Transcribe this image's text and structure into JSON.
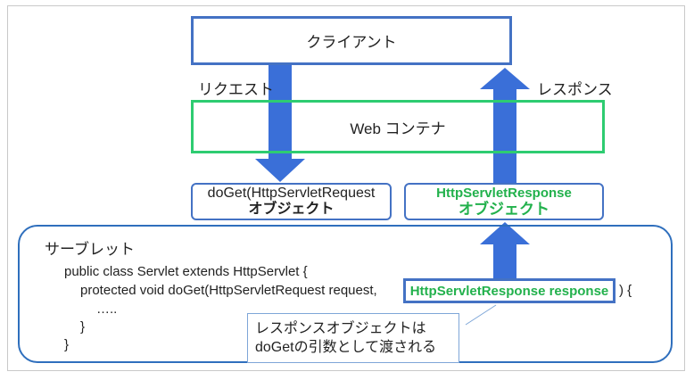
{
  "client_label": "クライアント",
  "container_label": "Web コンテナ",
  "request_label": "リクエスト",
  "response_label": "レスポンス",
  "request_object": {
    "line1": "doGet(HttpServletRequest",
    "line2": "オブジェクト"
  },
  "response_object": {
    "line1": "HttpServletResponse",
    "line2": "オブジェクト"
  },
  "servlet": {
    "title": "サーブレット",
    "code_lines": [
      "public class Servlet extends HttpServlet {",
      "protected void doGet(HttpServletRequest request,",
      "…..",
      "}",
      "}"
    ],
    "param_highlight": "HttpServletResponse response",
    "line_end": ") {"
  },
  "callout": {
    "line1": "レスポンスオブジェクトは",
    "line2": "doGetの引数として渡される"
  },
  "colors": {
    "arrow": "#3a6fd8",
    "box_blue": "#4472c4",
    "box_green": "#2ecc71",
    "highlight_text": "#22b14c"
  }
}
